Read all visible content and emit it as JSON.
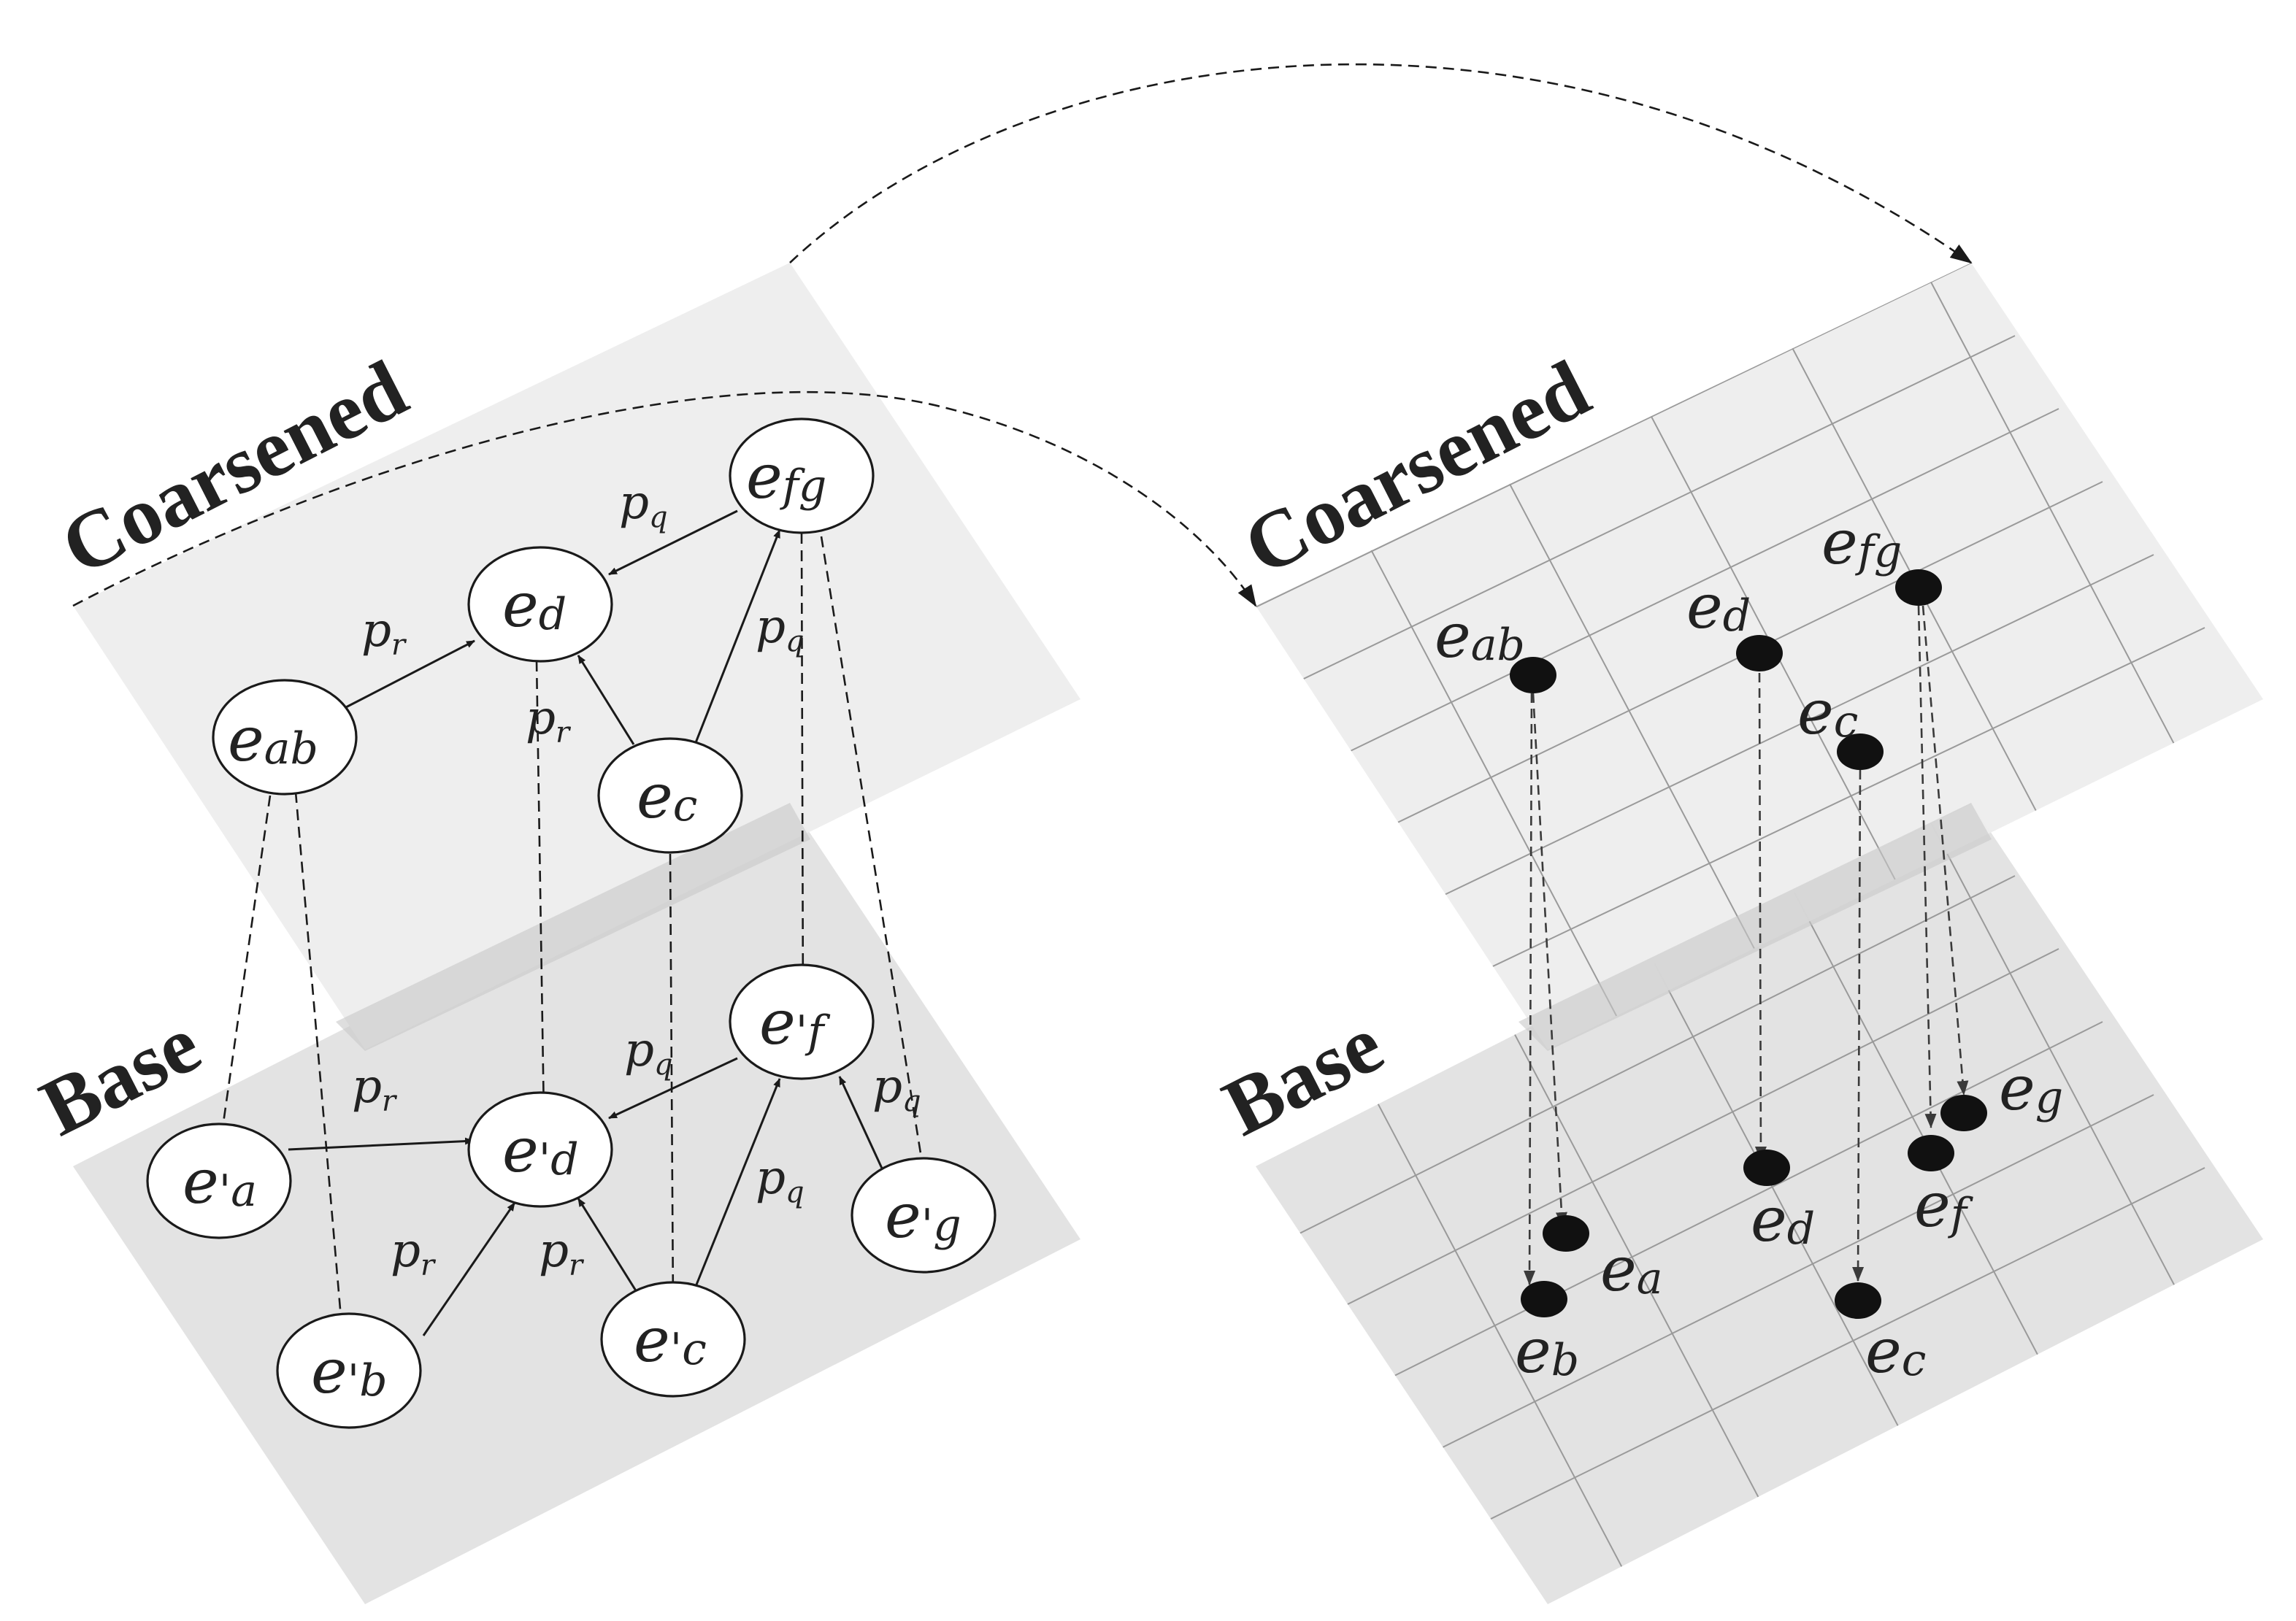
{
  "levels": {
    "coarsened": "Coarsened",
    "base": "Base"
  },
  "graph": {
    "coarse_nodes": {
      "eab": "ab",
      "ed": "d",
      "efg": "fg",
      "ec": "c"
    },
    "base_nodes": {
      "ea": "a",
      "ed": "d",
      "ef": "f",
      "eg": "g",
      "eb": "b",
      "ec": "c"
    },
    "edge_labels": {
      "pr": "r",
      "pq": "q"
    }
  },
  "grid": {
    "coarse_points": {
      "eab": "ab",
      "ed": "d",
      "ec": "c",
      "efg": "fg"
    },
    "base_points": {
      "eb": "b",
      "ea": "a",
      "ed": "d",
      "ec": "c",
      "ef": "f",
      "eg": "g"
    }
  }
}
